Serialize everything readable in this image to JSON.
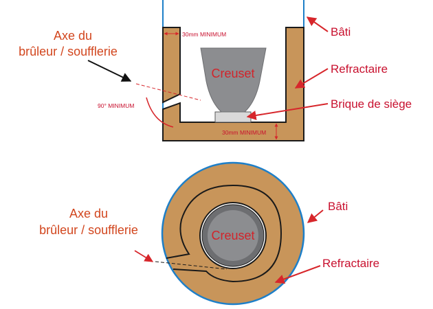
{
  "colors": {
    "refractory": "#c8955a",
    "outline": "#1a1a1a",
    "frame": "#1e7fc8",
    "crucible": "#8c8d90",
    "crucible_text": "#d2242a",
    "arrow": "#d7262b",
    "orange_text": "#d2461e",
    "red_text": "#c8102e"
  },
  "side_view": {
    "burner_label_line1": "Axe du",
    "burner_label_line2": "brûleur / soufflerie",
    "angle_label": "90° MINIMUM",
    "wall_gap_label": "30mm MINIMUM",
    "bottom_gap_label": "30mm MINIMUM",
    "crucible_label": "Creuset",
    "frame_label": "Bâti",
    "refractory_label": "Refractaire",
    "brick_label": "Brique de siège"
  },
  "top_view": {
    "burner_label_line1": "Axe du",
    "burner_label_line2": "brûleur / soufflerie",
    "crucible_label": "Creuset",
    "frame_label": "Bâti",
    "refractory_label": "Refractaire"
  }
}
